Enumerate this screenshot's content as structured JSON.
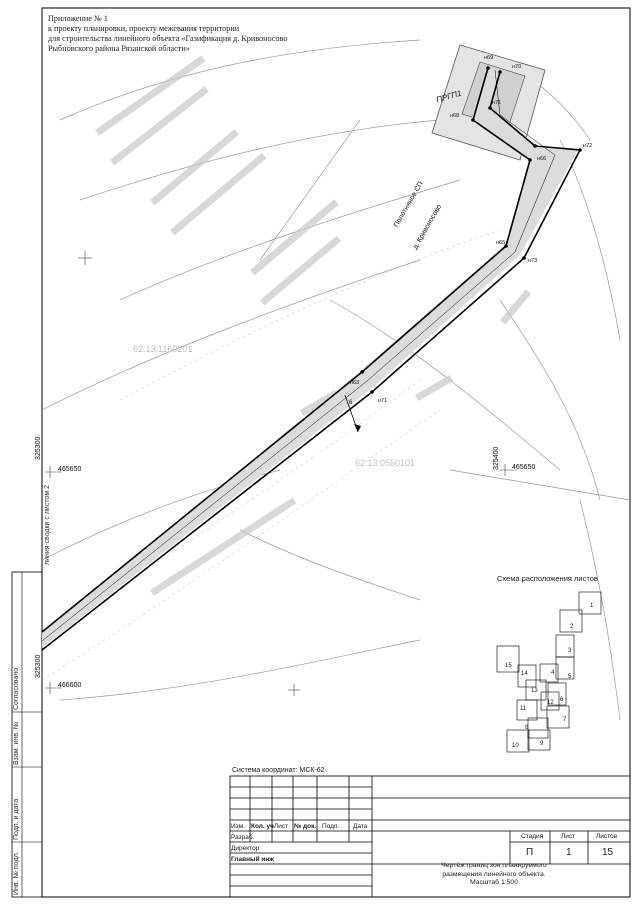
{
  "appendix": {
    "line1": "Приложение № 1",
    "line2": "к проекту планировки, проекту межевания территории",
    "line3": "для строительства линейного объекта «Газификация д. Кривоносово",
    "line4": "Рыбновского района Рязанской области»"
  },
  "map": {
    "zone_label": "ПРГП1",
    "route_label": "Полотняное СП",
    "route_label2": "д. Кривоносово",
    "cadastral_1": "62:13:1160201",
    "cadastral_2": "62:13:0560101",
    "coord_left_top": "325300",
    "coord_left_top2": "465650",
    "coord_right": "325400",
    "coord_right2": "465650",
    "coord_left_bottom": "325300",
    "coord_left_bottom2": "466600",
    "points": [
      "н69",
      "н70",
      "н71",
      "н72",
      "н66",
      "н65",
      "н73",
      "н63",
      "н71",
      "н68"
    ],
    "width_mark": "6"
  },
  "side": {
    "junction_line": "линия сводки с листом 2",
    "agreed": "Согласовано",
    "inv_no": "Взам. инв. №",
    "sign_date": "Подп. и дата",
    "inv_orig": "Инв. № подл.",
    "sign_date2": "Подп. и дата"
  },
  "schema": {
    "title": "Схема расположения листов",
    "sheets": [
      "1",
      "2",
      "3",
      "4",
      "5",
      "6",
      "7",
      "8",
      "9",
      "10",
      "11",
      "12",
      "13",
      "14",
      "15"
    ]
  },
  "stamp": {
    "coord_system": "Система координат: МСК-62",
    "col_izm": "Изм.",
    "col_kol": "Кол. уч",
    "col_list": "Лист",
    "col_doc": "№ док.",
    "col_podp": "Подп.",
    "col_date": "Дата",
    "row_razrab": "Разраб.",
    "row_director": "Директор",
    "row_chief": "Главный инж",
    "stage_h": "Стадия",
    "sheet_h": "Лист",
    "sheets_h": "Листов",
    "stage": "П",
    "sheet": "1",
    "sheets": "15",
    "title1": "Чертёж границ зон планируемого",
    "title2": "размещения линейного объекта.",
    "title3": "Масштаб 1:500"
  }
}
